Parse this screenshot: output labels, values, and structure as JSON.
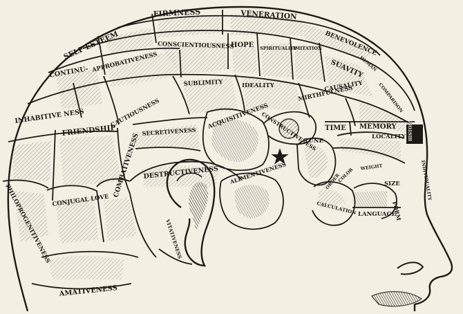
{
  "colors": {
    "paper": "#f4efe3",
    "ink": "#1d1a16"
  },
  "labels": {
    "firmness": "FIRMNESS",
    "veneration": "VENERATION",
    "self_esteem": "SELF ESTEEM",
    "conscientiousness": "CONSCIENTIOUSNESS",
    "hope": "HOPE",
    "spirituality": "SPIRITUALITY",
    "imitation": "IMITATION",
    "benevolence": "BENEVOLENCE",
    "continuity": "CONTINU-",
    "approbativeness": "APPROBATIVENESS",
    "sublimity": "SUBLIMITY",
    "ideality": "IDEALITY",
    "suavity": "SUAVITY",
    "human": "HUMAN",
    "causality": "CAUSALITY",
    "mirthfulness": "MIRTHFULNESS",
    "comparison": "COMPARISON",
    "inhabitiveness": "INHABITIVE NESS",
    "friendship": "FRIENDSHIP",
    "cautiousness": "CAUTIOUSNESS",
    "acquisitiveness": "ACQUISITIVENESS",
    "constructiveness": "CONSTRUCTIVENESS",
    "time": "TIME",
    "memory": "MEMORY",
    "history": "HISTORY",
    "secretiveness": "SECRETIVENESS",
    "locality": "LOCALITY",
    "tune": "TUNE",
    "combativeness": "COMBATIVENESS",
    "destructiveness": "DESTRUCTIVENESS",
    "alimentiveness": "ALIMENTIVENESS",
    "order": "ORDER",
    "color": "COLOR",
    "weight": "WEIGHT",
    "size": "SIZE",
    "individuality": "INDIVIDUALITY",
    "form": "FORM",
    "language": "LANGUAGE",
    "calculation": "CALCULATION",
    "philoprogenitiveness": "PHILOPROGENITIVENESS",
    "conjugal_love": "CONJUGAL LOVE",
    "vitativeness": "VITATIVENESS",
    "amativeness": "AMATIVENESS"
  }
}
